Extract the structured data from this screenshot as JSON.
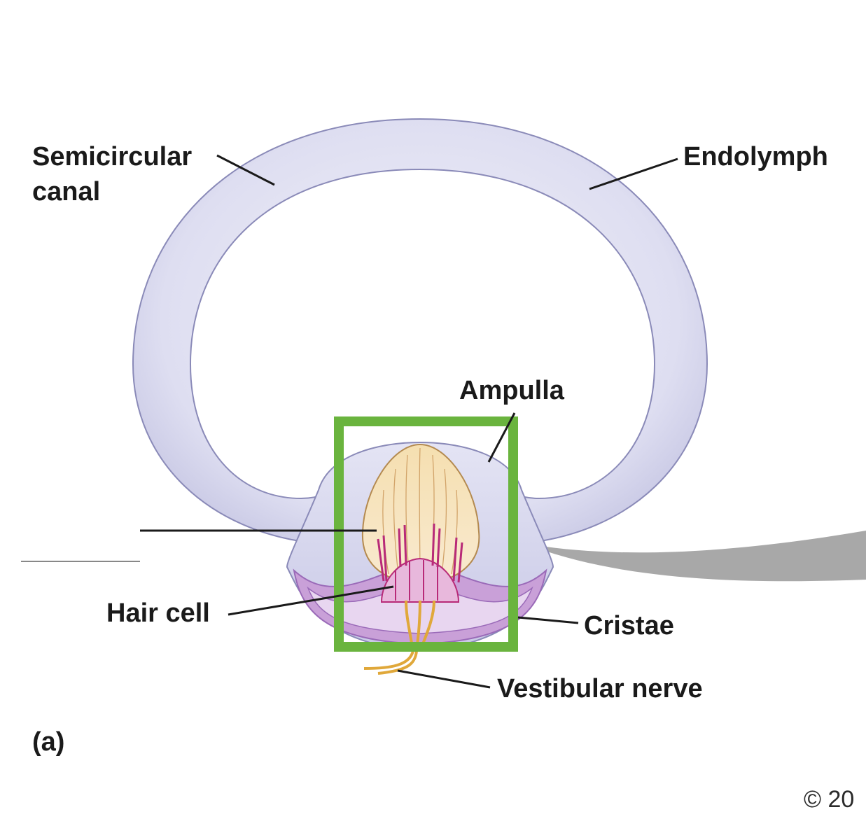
{
  "labels": {
    "semicircular_canal_line1": "Semicircular",
    "semicircular_canal_line2": "canal",
    "endolymph": "Endolymph",
    "ampulla": "Ampulla",
    "hair_cell": "Hair cell",
    "cristae": "Cristae",
    "vestibular_nerve": "Vestibular nerve",
    "panel": "(a)",
    "copyright": "© 20"
  },
  "colors": {
    "canal_fill": "#dcdcf0",
    "canal_stroke": "#8a8ab8",
    "cupula_fill": "#f3dcab",
    "cupula_stroke": "#b48a50",
    "hair_bundle": "#b82a78",
    "crista_cells": "#c9a0d8",
    "nerve": "#e0a83a",
    "highlight_box": "#6ab43e",
    "leader_line": "#1a1a1a",
    "gray_band": "#a8a8a8"
  }
}
